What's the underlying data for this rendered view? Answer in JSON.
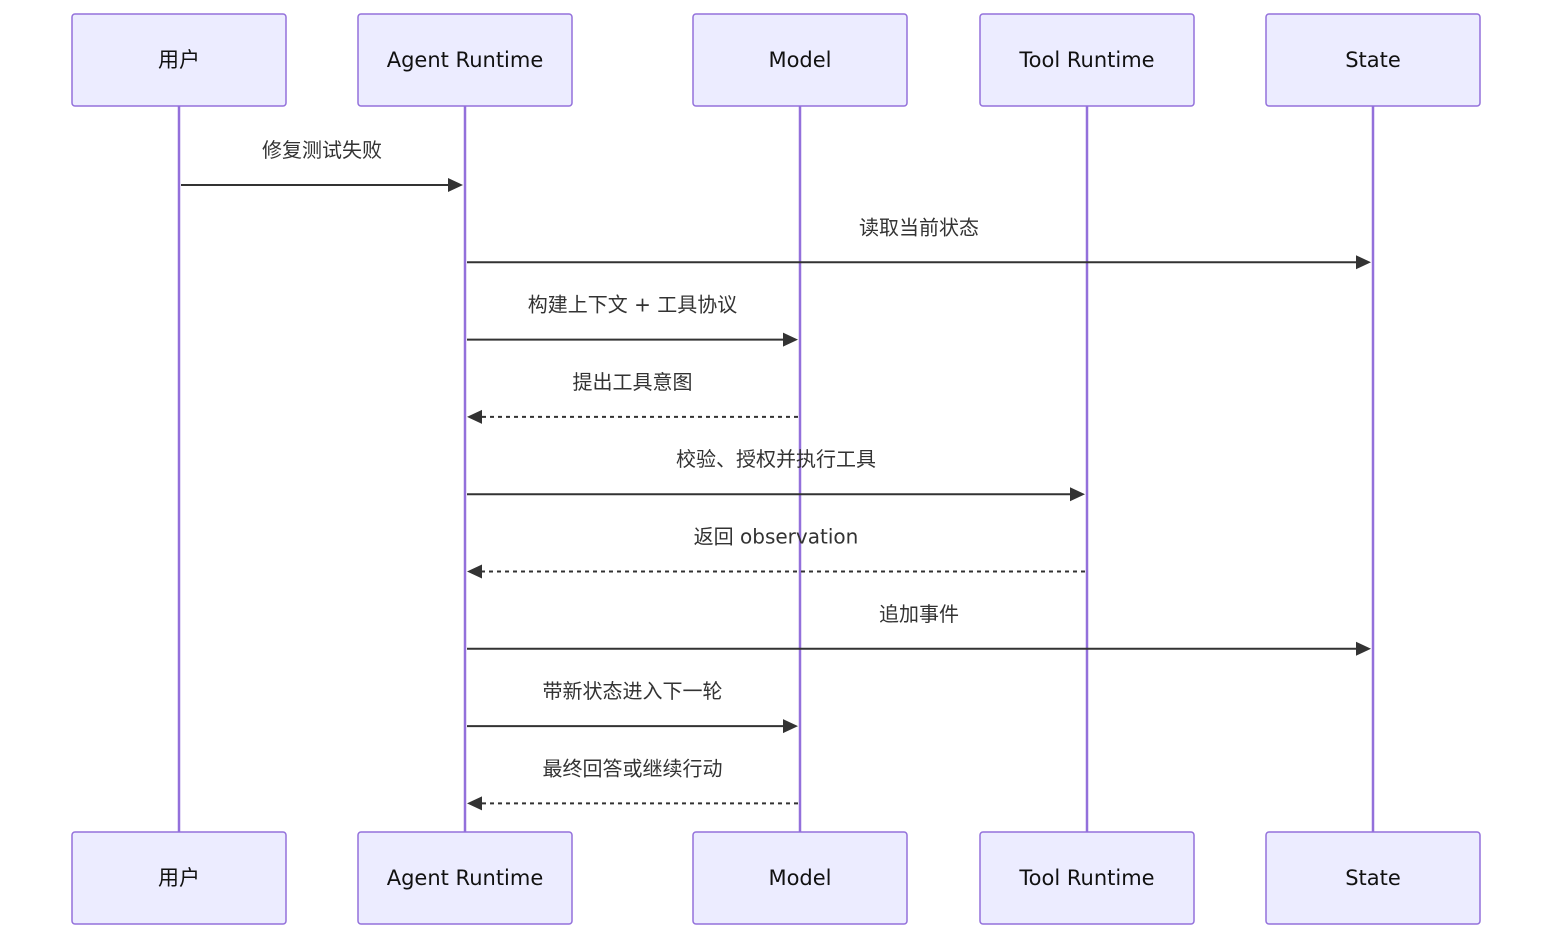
{
  "diagram": {
    "type": "sequence",
    "participants": [
      {
        "id": "user",
        "label": "用户"
      },
      {
        "id": "agent",
        "label": "Agent Runtime"
      },
      {
        "id": "model",
        "label": "Model"
      },
      {
        "id": "tool",
        "label": "Tool Runtime"
      },
      {
        "id": "state",
        "label": "State"
      }
    ],
    "messages": [
      {
        "from": "user",
        "to": "agent",
        "text": "修复测试失败",
        "style": "solid"
      },
      {
        "from": "agent",
        "to": "state",
        "text": "读取当前状态",
        "style": "solid"
      },
      {
        "from": "agent",
        "to": "model",
        "text": "构建上下文 + 工具协议",
        "style": "solid"
      },
      {
        "from": "model",
        "to": "agent",
        "text": "提出工具意图",
        "style": "dashed"
      },
      {
        "from": "agent",
        "to": "tool",
        "text": "校验、授权并执行工具",
        "style": "solid"
      },
      {
        "from": "tool",
        "to": "agent",
        "text": "返回 observation",
        "style": "dashed"
      },
      {
        "from": "agent",
        "to": "state",
        "text": "追加事件",
        "style": "solid"
      },
      {
        "from": "agent",
        "to": "model",
        "text": "带新状态进入下一轮",
        "style": "solid"
      },
      {
        "from": "model",
        "to": "agent",
        "text": "最终回答或继续行动",
        "style": "dashed"
      }
    ]
  },
  "colors": {
    "actor_fill": "#ECECFF",
    "actor_border": "#9370DB",
    "lifeline": "#9370DB",
    "message": "#333333"
  }
}
